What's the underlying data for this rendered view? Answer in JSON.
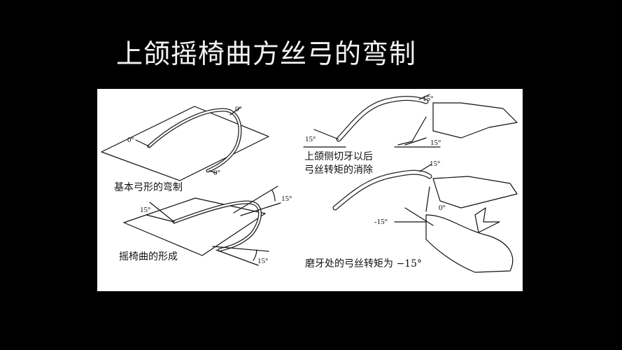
{
  "slide": {
    "title": "上颌摇椅曲方丝弓的弯制",
    "background_color": "#000000",
    "title_color": "#f2f2f2"
  },
  "figure": {
    "panel_color": "#ffffff",
    "panels": [
      {
        "id": "basic-arch",
        "caption": "基本弓形的弯制",
        "angles": [
          "0°",
          "0°",
          "0°"
        ]
      },
      {
        "id": "rocker-curve",
        "caption": "摇椅曲的形成",
        "angles": [
          "15°",
          "15°",
          "15°"
        ]
      },
      {
        "id": "torque-removal",
        "caption_lines": [
          "上颌侧切牙以后",
          "弓丝转矩的消除"
        ],
        "angles": [
          "15°",
          "15°",
          "15°"
        ]
      },
      {
        "id": "incisor-torque",
        "caption": "磨牙处的弓丝转矩为 −15°",
        "angles": [
          "15°",
          "0°",
          "-15°"
        ]
      }
    ]
  }
}
